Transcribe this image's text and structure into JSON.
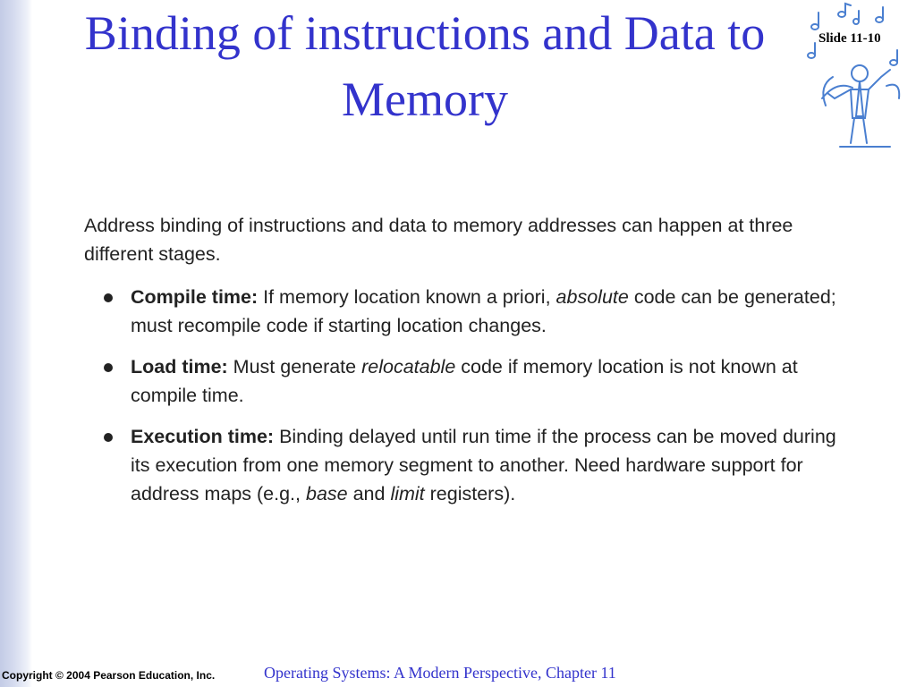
{
  "slide": {
    "title": "Binding of instructions and Data to Memory",
    "slide_number": "Slide 11-10"
  },
  "content": {
    "intro": "Address binding of instructions and data to memory addresses can happen at three different stages.",
    "bullets": [
      {
        "term": "Compile time:",
        "parts": [
          " If memory location known a priori, ",
          "absolute",
          " code can be generated; must recompile code if starting location changes."
        ]
      },
      {
        "term": "Load time:",
        "parts": [
          " Must generate ",
          "relocatable",
          " code if memory location is not known at compile time."
        ]
      },
      {
        "term": "Execution time:",
        "parts": [
          " Binding delayed until run time if the process can be moved during its execution from one memory segment to another. Need hardware support for address maps (e.g., ",
          "base",
          " and ",
          "limit",
          " registers)."
        ]
      }
    ]
  },
  "footer": {
    "copyright": "Copyright © 2004 Pearson Education, Inc.",
    "chapter": "Operating Systems: A Modern Perspective, Chapter 11"
  },
  "colors": {
    "title": "#3333cc",
    "left_bar": "#c3cbe6",
    "logo": "#4a7fd0"
  },
  "icons": {
    "logo": "music-conductor-icon"
  }
}
